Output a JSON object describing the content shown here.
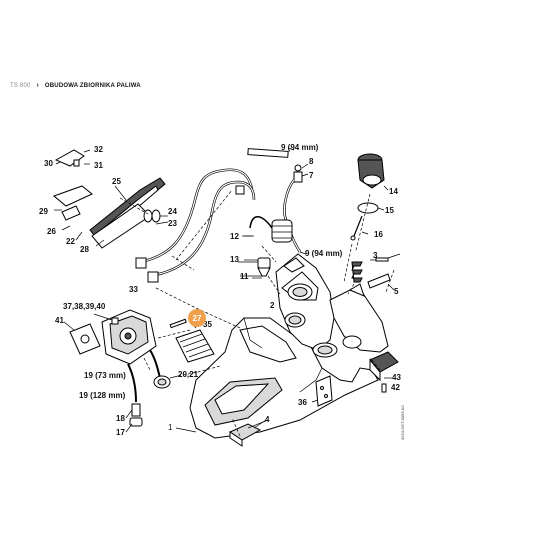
{
  "breadcrumb": {
    "root": "TS 800",
    "separator": "›",
    "current": "OBUDOWA ZBIORNIKA PALIWA"
  },
  "diagram": {
    "highlight_color": "#f0a04b",
    "highlighted_part": "27",
    "doc_id": "4224-GET-0053-A0",
    "labels": {
      "p1": "1",
      "p2": "2",
      "p3": "3",
      "p4": "4",
      "p5": "5",
      "p7": "7",
      "p8": "8",
      "p9a": "9 (94 mm)",
      "p9b": "9 (94 mm)",
      "p11": "11",
      "p12": "12",
      "p13": "13",
      "p14": "14",
      "p15": "15",
      "p16": "16",
      "p17": "17",
      "p18": "18",
      "p19a": "19 (73 mm)",
      "p19b": "19 (128 mm)",
      "p20": "20,21",
      "p22": "22",
      "p23": "23",
      "p24": "24",
      "p25": "25",
      "p26": "26",
      "p27": "27",
      "p28": "28",
      "p29": "29",
      "p30": "30",
      "p31": "31",
      "p32": "32",
      "p33": "33",
      "p35": "35",
      "p36": "36",
      "p37": "37,38,39,40",
      "p41": "41",
      "p42": "42",
      "p43": "43"
    }
  }
}
